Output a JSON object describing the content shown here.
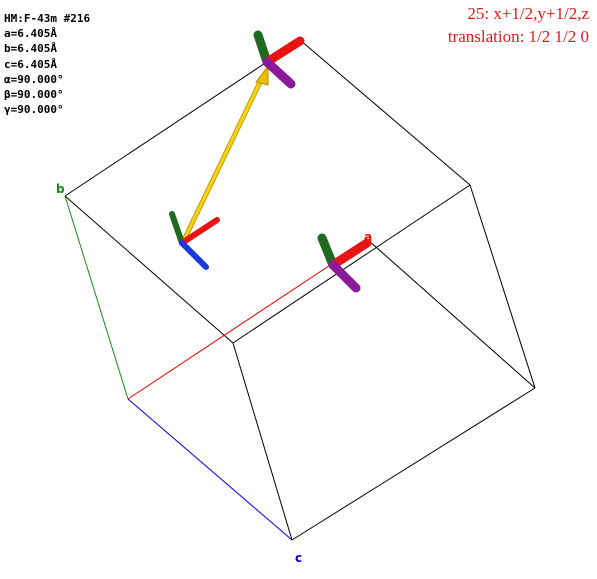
{
  "cell_info": {
    "space_group": "HM:F-43m #216",
    "a": "a=6.405Å",
    "b": "b=6.405Å",
    "c": "c=6.405Å",
    "alpha": "α=90.000°",
    "beta": "β=90.000°",
    "gamma": "γ=90.000°"
  },
  "symop": {
    "operation": "25: x+1/2,y+1/2,z",
    "translation": "translation: 1/2 1/2 0"
  },
  "axis_labels": {
    "a": "a",
    "b": "b",
    "c": "c"
  },
  "colors": {
    "a_axis": "#ff0000",
    "b_axis": "#1a8a1a",
    "c_axis": "#0000ff",
    "cell_edge": "#000000",
    "symmetry_arrow": "#e8c000",
    "operator_text": "#e01a1a",
    "frame_x": "#e81414",
    "frame_y": "#1f6a1f",
    "frame_z_original": "#1a3adf",
    "frame_z_transformed": "#8a1a9a"
  },
  "icons": {
    "frame_original": "xyz-frame-icon",
    "frame_transformed": "xyz-frame-icon"
  }
}
